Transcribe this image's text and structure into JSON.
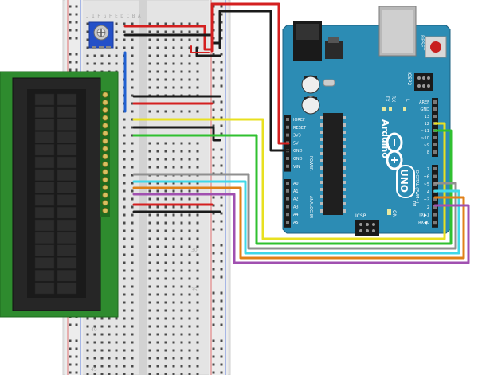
{
  "breadboard": {
    "col_letters": "J I H G F   E D C B A",
    "row_numbers": [
      "30",
      "35",
      "40",
      "45"
    ]
  },
  "lcd": {
    "pin_count": 16,
    "char_cols": 16,
    "char_rows": 2
  },
  "arduino": {
    "brand": "Arduino",
    "model": "UNO",
    "tm": "TM",
    "reset_label": "RESET",
    "icsp_label": "ICSP",
    "icsp2_label": "ICSP2",
    "on_label": "ON",
    "l_label": "L",
    "tx_label": "TX",
    "rx_label": "RX",
    "power_header": "POWER",
    "analog_header": "ANALOG IN",
    "digital_header": "DIGITAL (PWM~)",
    "power_pins": [
      "IOREF",
      "RESET",
      "3V3",
      "5V",
      "GND",
      "GND",
      "VIN"
    ],
    "analog_pins": [
      "A0",
      "A1",
      "A2",
      "A3",
      "A4",
      "A5"
    ],
    "digital_pins_top": [
      "AREF",
      "GND",
      "13",
      "12",
      "~11",
      "~10",
      "~9",
      "8"
    ],
    "digital_pins_bottom": [
      "7",
      "~6",
      "~5",
      "4",
      "~3",
      "2",
      "TX▶1",
      "RX◀0"
    ]
  },
  "colors": {
    "arduino_board": "#2c8cb4",
    "lcd_pcb": "#2e8b2e",
    "pot": "#2450c8",
    "wire_red": "#d42020",
    "wire_black": "#1a1a1a",
    "wire_yellow": "#e8e020",
    "wire_green": "#30c030",
    "wire_gray": "#909090",
    "wire_cyan": "#40d8e8",
    "wire_orange": "#e08018",
    "wire_purple": "#a050b0",
    "wire_blue": "#2060d0"
  }
}
